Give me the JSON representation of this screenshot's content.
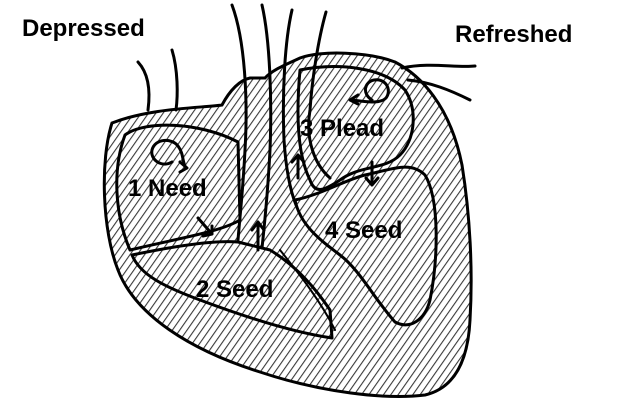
{
  "labels": {
    "top_left": "Depressed",
    "top_right": "Refreshed",
    "chamber_1": "1 Need",
    "chamber_2": "2 Seed",
    "chamber_3": "3 Plead",
    "chamber_4": "4 Seed"
  },
  "colors": {
    "ink": "#000000",
    "paper": "#ffffff",
    "muscle": "#3a3a3a"
  }
}
